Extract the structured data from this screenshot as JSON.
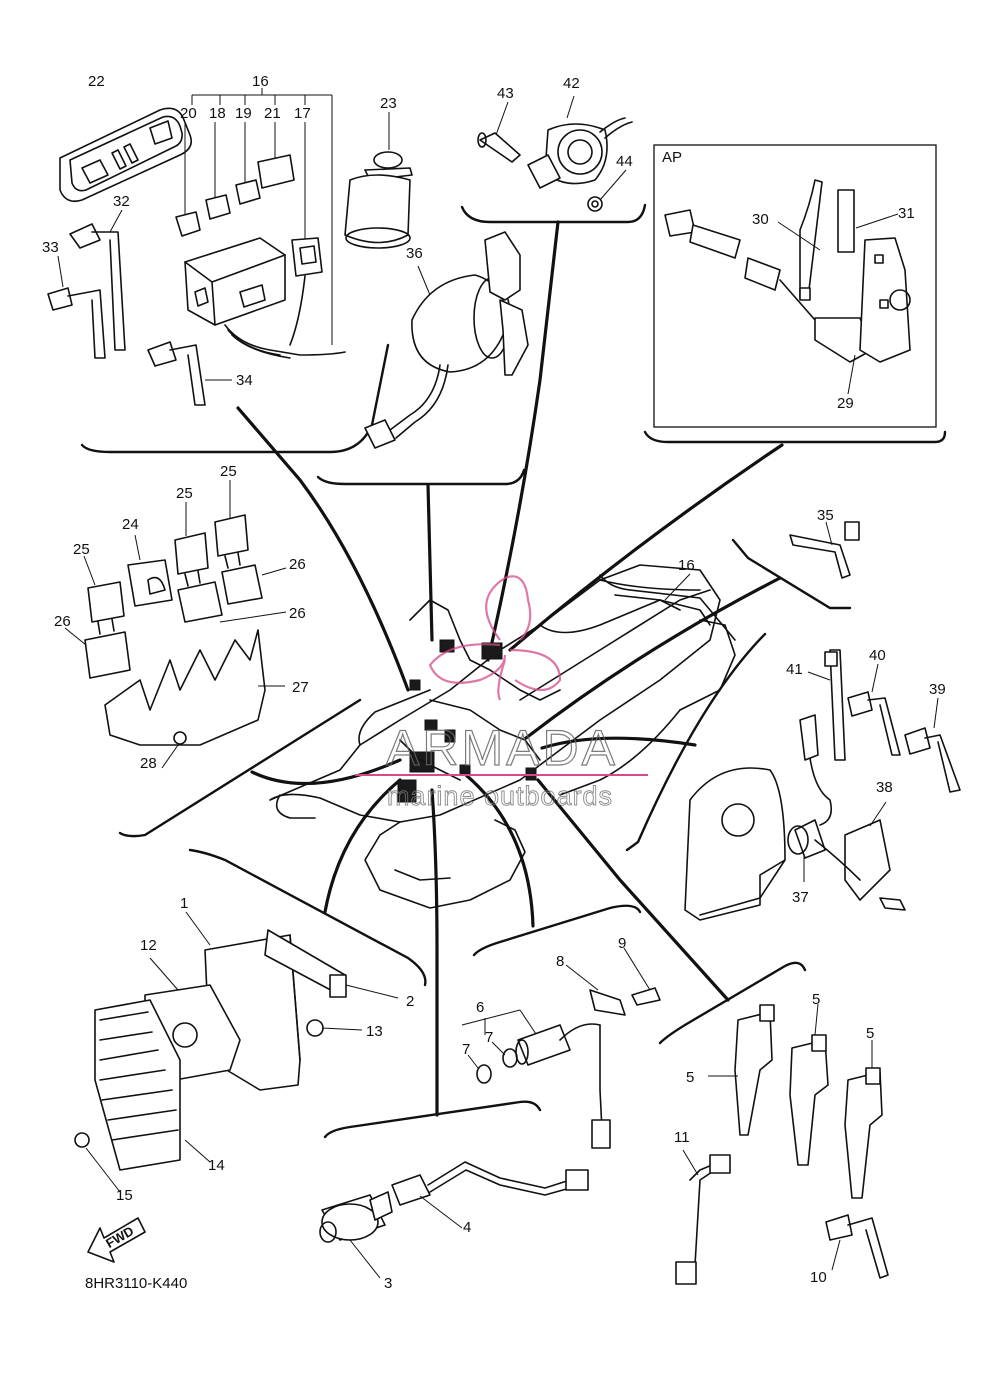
{
  "diagram": {
    "code": "8HR3110-K440",
    "fwd_label": "FWD",
    "ap_label": "AP",
    "watermark": {
      "title": "ARMADA",
      "subtitle": "marine outboards",
      "accent_color": "#d44a8a"
    },
    "callouts": [
      {
        "id": "n22",
        "text": "22"
      },
      {
        "id": "n16a",
        "text": "16"
      },
      {
        "id": "n20",
        "text": "20"
      },
      {
        "id": "n18",
        "text": "18"
      },
      {
        "id": "n19",
        "text": "19"
      },
      {
        "id": "n21",
        "text": "21"
      },
      {
        "id": "n17",
        "text": "17"
      },
      {
        "id": "n23",
        "text": "23"
      },
      {
        "id": "n43",
        "text": "43"
      },
      {
        "id": "n42",
        "text": "42"
      },
      {
        "id": "n44",
        "text": "44"
      },
      {
        "id": "n32",
        "text": "32"
      },
      {
        "id": "n33",
        "text": "33"
      },
      {
        "id": "n34",
        "text": "34"
      },
      {
        "id": "n36",
        "text": "36"
      },
      {
        "id": "n30",
        "text": "30"
      },
      {
        "id": "n31",
        "text": "31"
      },
      {
        "id": "n29",
        "text": "29"
      },
      {
        "id": "n25a",
        "text": "25"
      },
      {
        "id": "n25b",
        "text": "25"
      },
      {
        "id": "n24",
        "text": "24"
      },
      {
        "id": "n25c",
        "text": "25"
      },
      {
        "id": "n26a",
        "text": "26"
      },
      {
        "id": "n26b",
        "text": "26"
      },
      {
        "id": "n26c",
        "text": "26"
      },
      {
        "id": "n27",
        "text": "27"
      },
      {
        "id": "n28",
        "text": "28"
      },
      {
        "id": "n35",
        "text": "35"
      },
      {
        "id": "n16b",
        "text": "16"
      },
      {
        "id": "n41",
        "text": "41"
      },
      {
        "id": "n40",
        "text": "40"
      },
      {
        "id": "n39",
        "text": "39"
      },
      {
        "id": "n38",
        "text": "38"
      },
      {
        "id": "n37",
        "text": "37"
      },
      {
        "id": "n1",
        "text": "1"
      },
      {
        "id": "n12",
        "text": "12"
      },
      {
        "id": "n2",
        "text": "2"
      },
      {
        "id": "n13",
        "text": "13"
      },
      {
        "id": "n14",
        "text": "14"
      },
      {
        "id": "n15",
        "text": "15"
      },
      {
        "id": "n8",
        "text": "8"
      },
      {
        "id": "n9",
        "text": "9"
      },
      {
        "id": "n6",
        "text": "6"
      },
      {
        "id": "n7a",
        "text": "7"
      },
      {
        "id": "n7b",
        "text": "7"
      },
      {
        "id": "n5a",
        "text": "5"
      },
      {
        "id": "n5b",
        "text": "5"
      },
      {
        "id": "n5c",
        "text": "5"
      },
      {
        "id": "n11",
        "text": "11"
      },
      {
        "id": "n10",
        "text": "10"
      },
      {
        "id": "n3",
        "text": "3"
      },
      {
        "id": "n4",
        "text": "4"
      }
    ]
  }
}
